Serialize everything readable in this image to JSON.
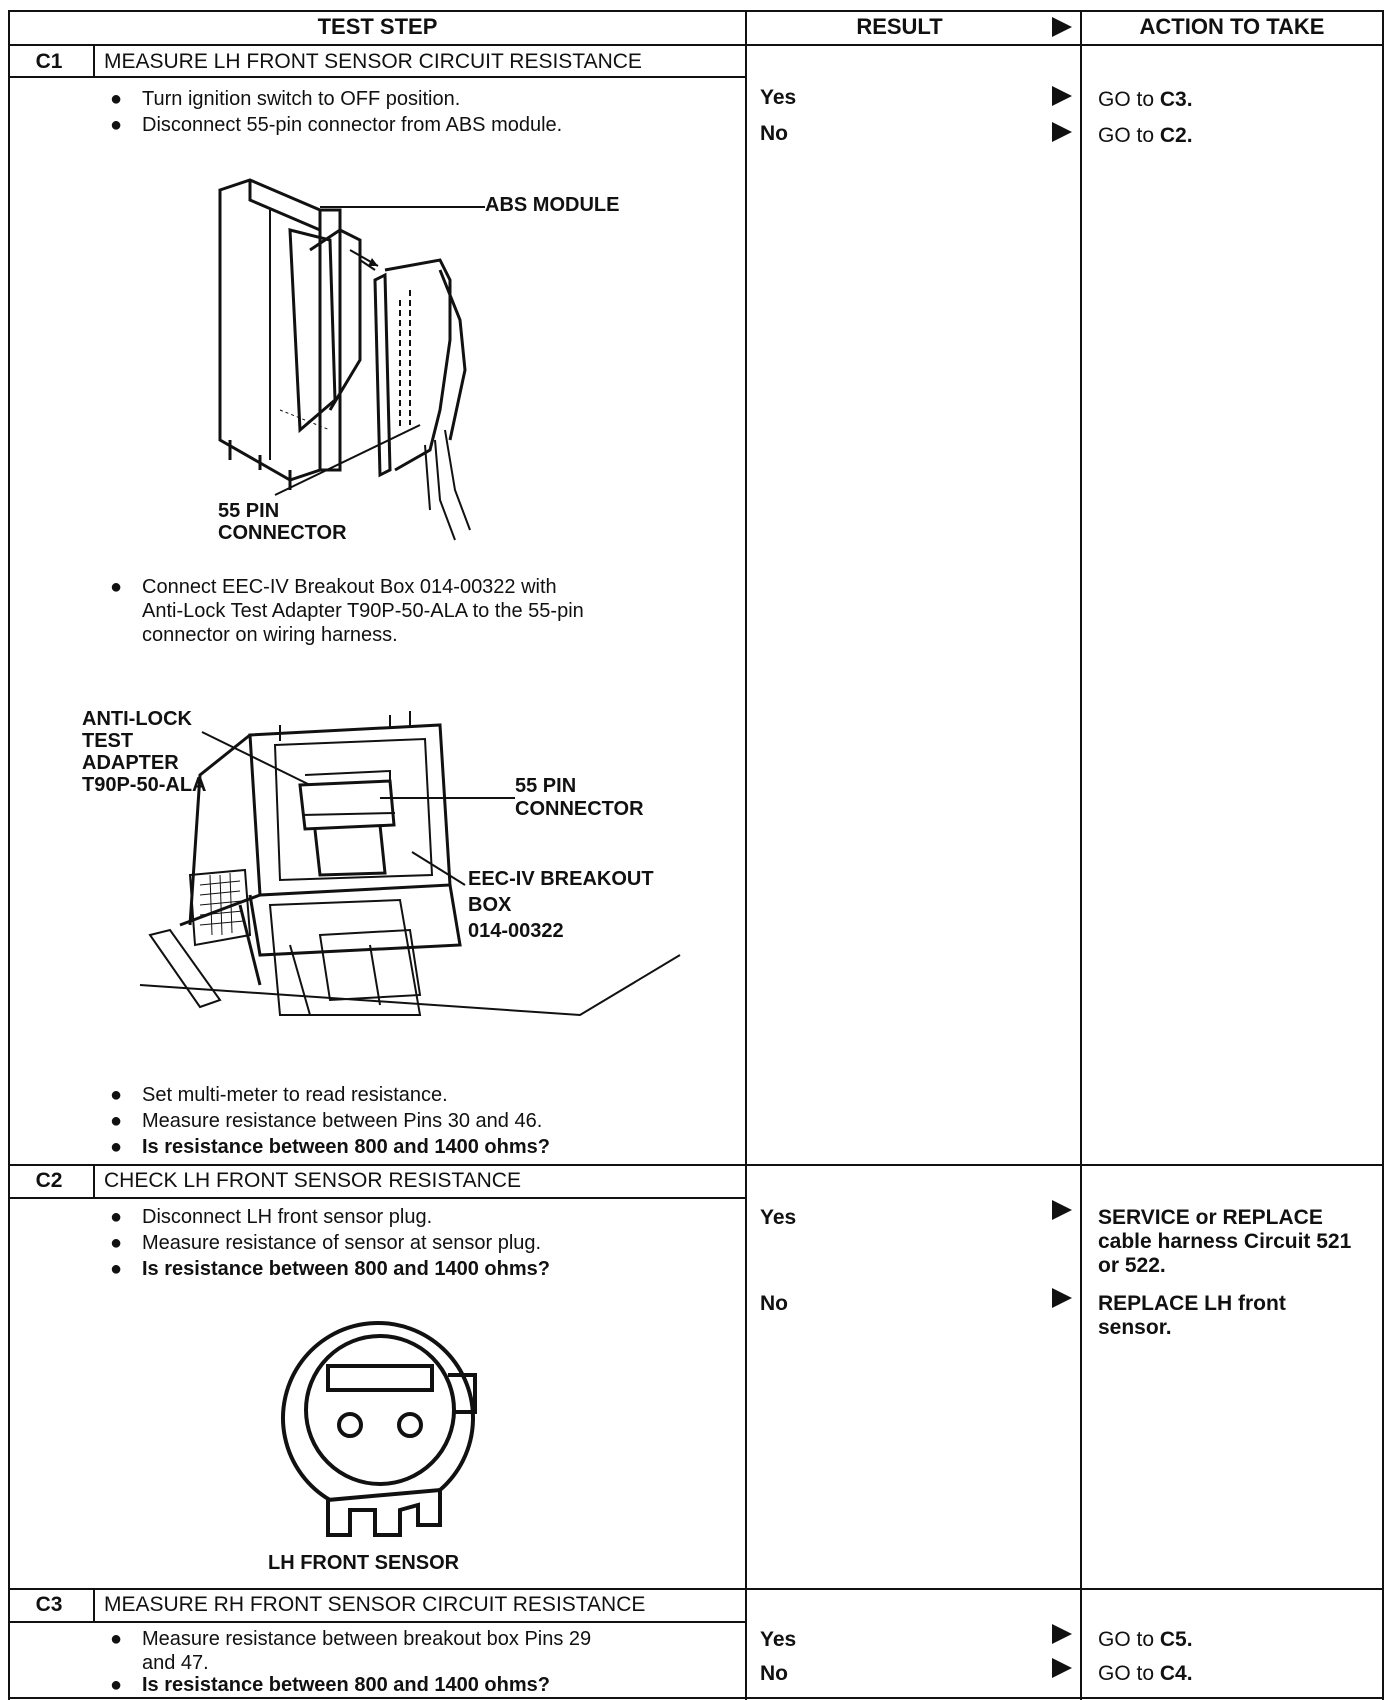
{
  "header": {
    "test_step": "TEST STEP",
    "result": "RESULT",
    "action": "ACTION TO TAKE"
  },
  "steps": [
    {
      "id": "C1",
      "title": "MEASURE LH FRONT SENSOR CIRCUIT RESISTANCE",
      "bullets": [
        "Turn ignition switch to OFF position.",
        "Disconnect 55-pin connector from ABS module.",
        "Connect EEC-IV Breakout Box 014-00322 with",
        "Anti-Lock Test Adapter T90P-50-ALA to the 55-pin",
        "connector on wiring harness.",
        "Set multi-meter to read resistance.",
        "Measure resistance between Pins 30 and 46.",
        "Is resistance between 800 and 1400 ohms?"
      ],
      "results": [
        {
          "result": "Yes",
          "action_prefix": "GO to ",
          "action_target": "C3."
        },
        {
          "result": "No",
          "action_prefix": "GO to ",
          "action_target": "C2."
        }
      ],
      "figure1": {
        "abs_module": "ABS MODULE",
        "pin_line1": "55 PIN",
        "pin_line2": "CONNECTOR"
      },
      "figure2": {
        "adapter": [
          "ANTI-LOCK",
          "TEST",
          "ADAPTER",
          "T90P-50-ALA"
        ],
        "pin_line1": "55 PIN",
        "pin_line2": "CONNECTOR",
        "breakout": [
          "EEC-IV BREAKOUT",
          "BOX",
          "014-00322"
        ]
      }
    },
    {
      "id": "C2",
      "title": "CHECK LH FRONT SENSOR RESISTANCE",
      "bullets": [
        "Disconnect LH front sensor plug.",
        "Measure resistance of sensor at sensor plug.",
        "Is resistance between 800 and 1400 ohms?"
      ],
      "results": [
        {
          "result": "Yes",
          "action_lines": [
            "SERVICE or REPLACE",
            "cable harness Circuit 521",
            "or 522."
          ]
        },
        {
          "result": "No",
          "action_lines": [
            "REPLACE LH front",
            "sensor."
          ]
        }
      ],
      "figure": {
        "caption": "LH FRONT SENSOR"
      }
    },
    {
      "id": "C3",
      "title": "MEASURE RH FRONT SENSOR CIRCUIT RESISTANCE",
      "bullets": [
        "Measure resistance between breakout box Pins 29",
        "and 47.",
        "Is resistance between 800 and 1400 ohms?"
      ],
      "results": [
        {
          "result": "Yes",
          "action_prefix": "GO to ",
          "action_target": "C5."
        },
        {
          "result": "No",
          "action_prefix": "GO to ",
          "action_target": "C4."
        }
      ]
    }
  ]
}
